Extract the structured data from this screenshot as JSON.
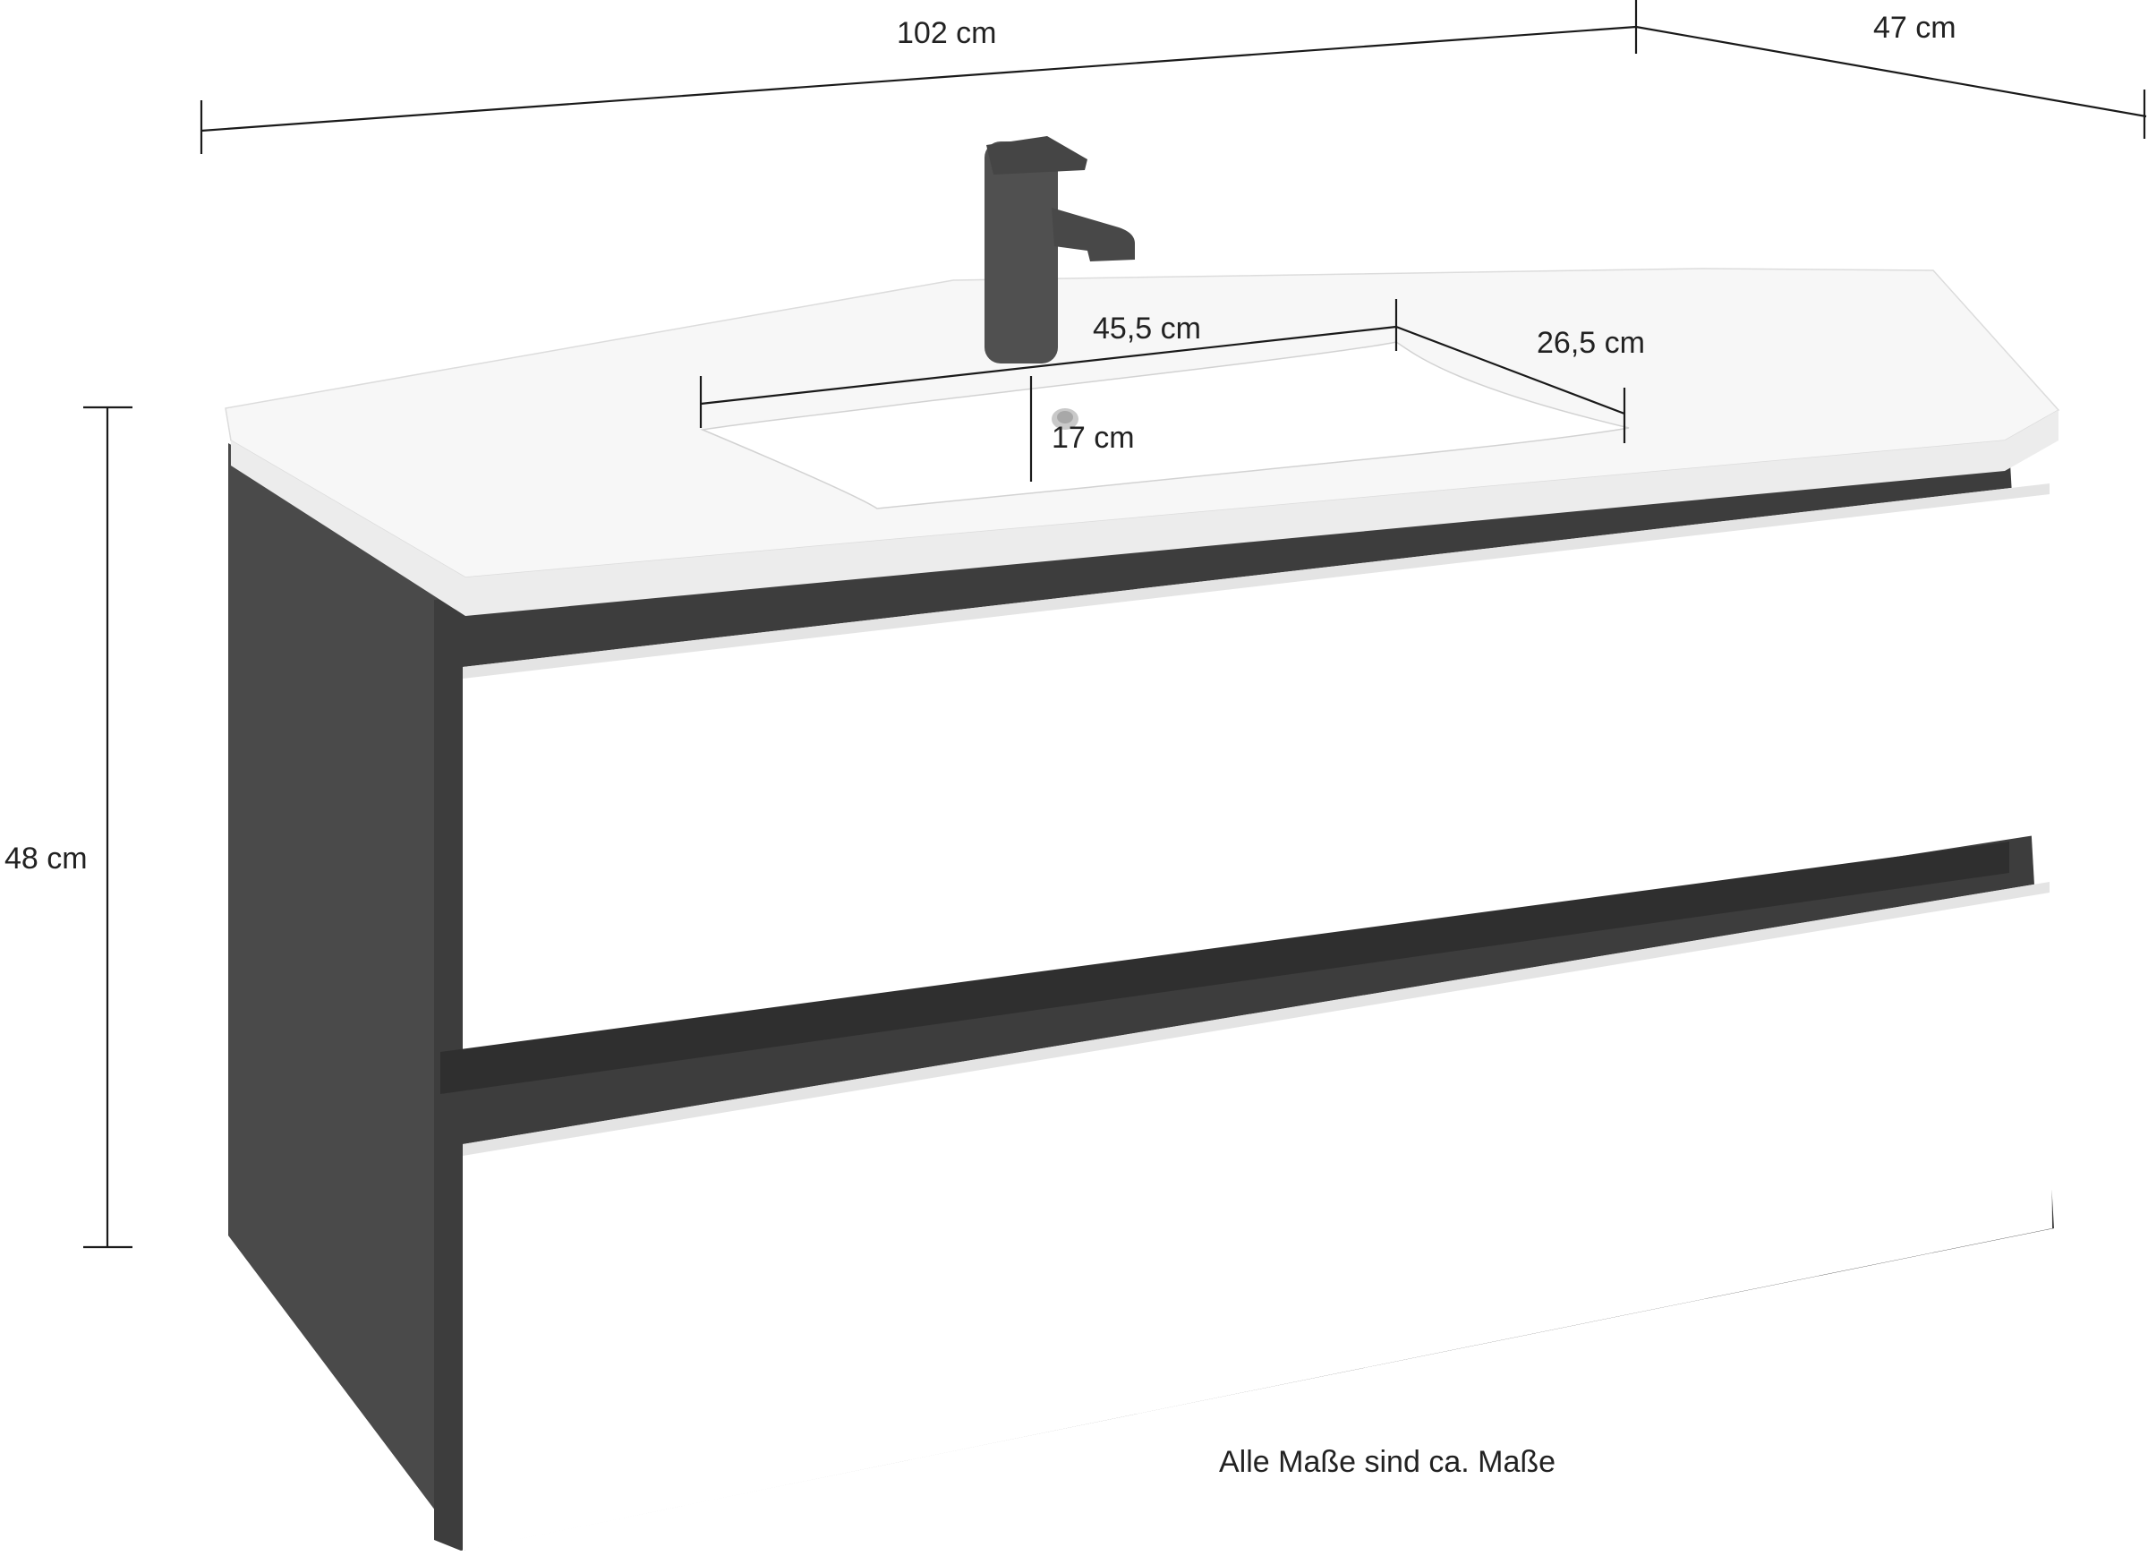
{
  "dimensions": {
    "width": "102 cm",
    "depth": "47 cm",
    "height": "48 cm",
    "basin_width": "45,5 cm",
    "basin_depth": "26,5 cm",
    "basin_height": "17 cm"
  },
  "note": "Alle Maße sind ca. Maße",
  "colors": {
    "cabinet_body": "#4a4a4a",
    "cabinet_dark": "#3b3b3b",
    "drawer_front": "#ffffff",
    "basin": "#f7f7f7",
    "faucet": "#505050",
    "lines": "#1a1a1a"
  }
}
